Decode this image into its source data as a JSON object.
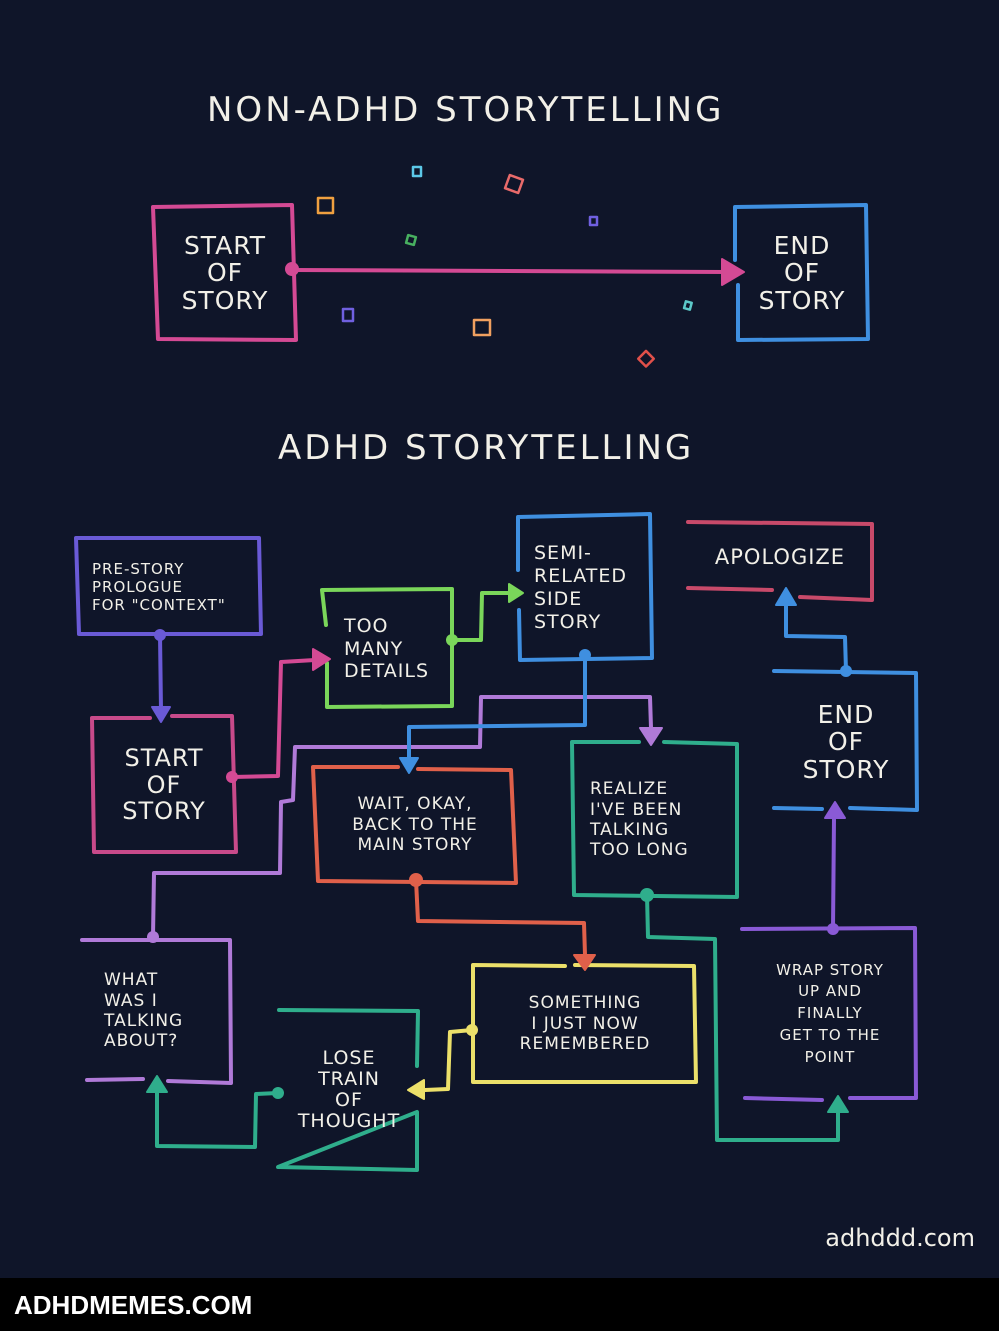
{
  "titles": {
    "non_adhd": "NON-ADHD STORYTELLING",
    "adhd": "ADHD STORYTELLING"
  },
  "colors": {
    "background": "#0f1529",
    "text": "#f2f0e8",
    "pink": "#d44a94",
    "blue": "#3f8fe0",
    "violet": "#6a5ad6",
    "green": "#7ad65a",
    "red": "#e0604a",
    "teal": "#2fae8c",
    "yellow": "#ece06a",
    "purple": "#8a5ad6",
    "lilac": "#b07ad8",
    "rose": "#c84a6a"
  },
  "non_adhd": {
    "start": "START\nOF\nSTORY",
    "end": "END\nOF\nSTORY"
  },
  "adhd": {
    "nodes": [
      {
        "id": "prologue",
        "label": "PRE-STORY\nPROLOGUE\nFOR \"CONTEXT\""
      },
      {
        "id": "start",
        "label": "START\nOF\nSTORY"
      },
      {
        "id": "details",
        "label": "TOO\nMANY\nDETAILS"
      },
      {
        "id": "side",
        "label": "SEMI-\nRELATED\nSIDE\nSTORY"
      },
      {
        "id": "apologize",
        "label": "APOLOGIZE"
      },
      {
        "id": "wait",
        "label": "WAIT, OKAY,\nBACK TO THE\nMAIN STORY"
      },
      {
        "id": "realize",
        "label": "REALIZE\nI'VE BEEN\nTALKING\nTOO LONG"
      },
      {
        "id": "end",
        "label": "END\nOF\nSTORY"
      },
      {
        "id": "what",
        "label": "WHAT\nWAS I\nTALKING\nABOUT?"
      },
      {
        "id": "something",
        "label": "SOMETHING\nI JUST NOW\nREMEMBERED"
      },
      {
        "id": "lose",
        "label": "LOSE\nTRAIN\nOF\nTHOUGHT"
      },
      {
        "id": "wrap",
        "label": "WRAP STORY\nUP AND\nFINALLY\nGET TO THE\nPOINT"
      }
    ],
    "edges": [
      {
        "from": "prologue",
        "to": "start"
      },
      {
        "from": "start",
        "to": "details"
      },
      {
        "from": "details",
        "to": "side"
      },
      {
        "from": "side",
        "to": "wait"
      },
      {
        "from": "wait",
        "to": "something"
      },
      {
        "from": "something",
        "to": "lose"
      },
      {
        "from": "lose",
        "to": "what"
      },
      {
        "from": "what",
        "to": "realize"
      },
      {
        "from": "realize",
        "to": "wrap"
      },
      {
        "from": "wrap",
        "to": "end"
      },
      {
        "from": "end",
        "to": "apologize"
      }
    ]
  },
  "credit": "adhddd.com",
  "footer": {
    "brand": "ADHDMEMES.COM"
  }
}
